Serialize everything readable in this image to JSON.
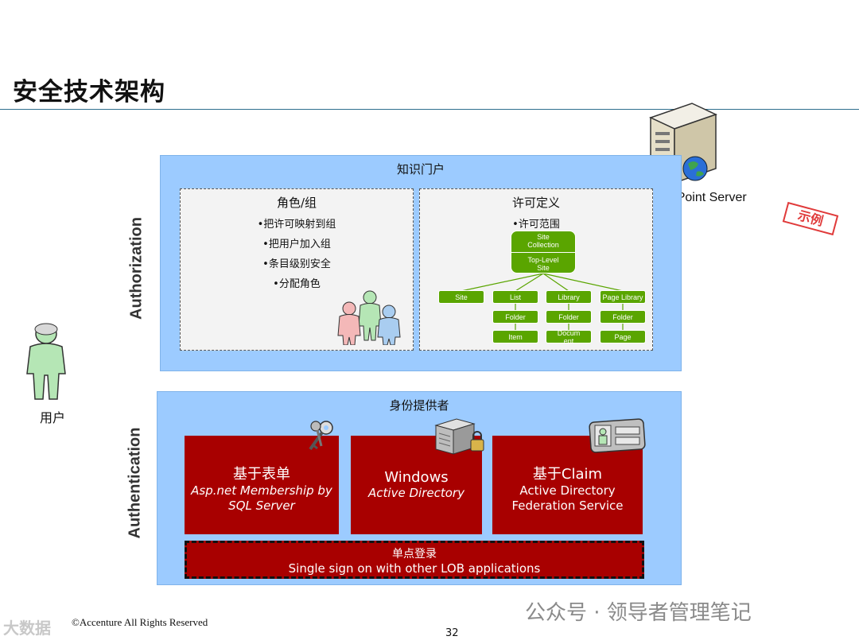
{
  "title": "安全技术架构",
  "server_label": "SharePoint Server",
  "stamp": "示例",
  "user_label": "用户",
  "authorization": {
    "side_label": "Authorization",
    "panel_title": "知识门户",
    "roles": {
      "heading": "角色/组",
      "bullets": [
        "•把许可映射到组",
        "•把用户加入组",
        "•条目级别安全",
        "•分配角色"
      ]
    },
    "permissions": {
      "heading": "许可定义",
      "bullet": "•许可范围",
      "site_collection": "Site Collection",
      "top_level_site": "Top-Level Site",
      "site": "Site",
      "list": "List",
      "library": "Library",
      "page_library": "Page Library",
      "folder": "Folder",
      "item": "Item",
      "document": "Docum ent",
      "page": "Page"
    }
  },
  "authentication": {
    "side_label": "Authentication",
    "panel_title": "身份提供者",
    "forms": {
      "title": "基于表单",
      "sub": "Asp.net Membership by SQL Server"
    },
    "windows": {
      "title": "Windows",
      "sub": "Active Directory"
    },
    "claim": {
      "title": "基于Claim",
      "sub": "Active Directory Federation Service"
    },
    "sso": {
      "title": "单点登录",
      "sub": "Single sign on with other LOB applications"
    }
  },
  "footer": {
    "copyright": "©Accenture   All Rights Reserved",
    "page_number": "32",
    "watermark": "公众号 · 领导者管理笔记",
    "watermark_left": "大数据"
  }
}
